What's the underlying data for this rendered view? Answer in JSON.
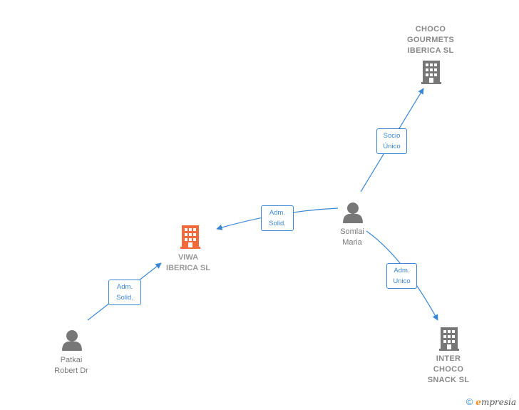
{
  "nodes": {
    "choco_gourmets": {
      "label": "CHOCO\nGOURMETS\nIBERICA SL",
      "kind": "company"
    },
    "viwa_iberica": {
      "label": "VIWA\nIBERICA  SL",
      "kind": "company-main"
    },
    "inter_choco": {
      "label": "INTER\nCHOCO\nSNACK  SL",
      "kind": "company"
    },
    "somlai_maria": {
      "label": "Somlai\nMaria",
      "kind": "person"
    },
    "patkai_robert": {
      "label": "Patkai\nRobert Dr",
      "kind": "person"
    }
  },
  "edges": [
    {
      "from": "somlai_maria",
      "to": "choco_gourmets",
      "label": "Socio\nÚnico"
    },
    {
      "from": "somlai_maria",
      "to": "viwa_iberica",
      "label": "Adm.\nSolid."
    },
    {
      "from": "somlai_maria",
      "to": "inter_choco",
      "label": "Adm.\nUnico"
    },
    {
      "from": "patkai_robert",
      "to": "viwa_iberica",
      "label": "Adm.\nSolid."
    }
  ],
  "colors": {
    "edge": "#3a86d4",
    "company_icon": "#777777",
    "main_company_icon": "#f26a3c",
    "person_icon": "#777777"
  },
  "icons": {
    "company": "building-icon",
    "person": "person-icon"
  },
  "footer": {
    "copyright": "©",
    "brand_initial": "e",
    "brand_rest": "mpresia"
  }
}
